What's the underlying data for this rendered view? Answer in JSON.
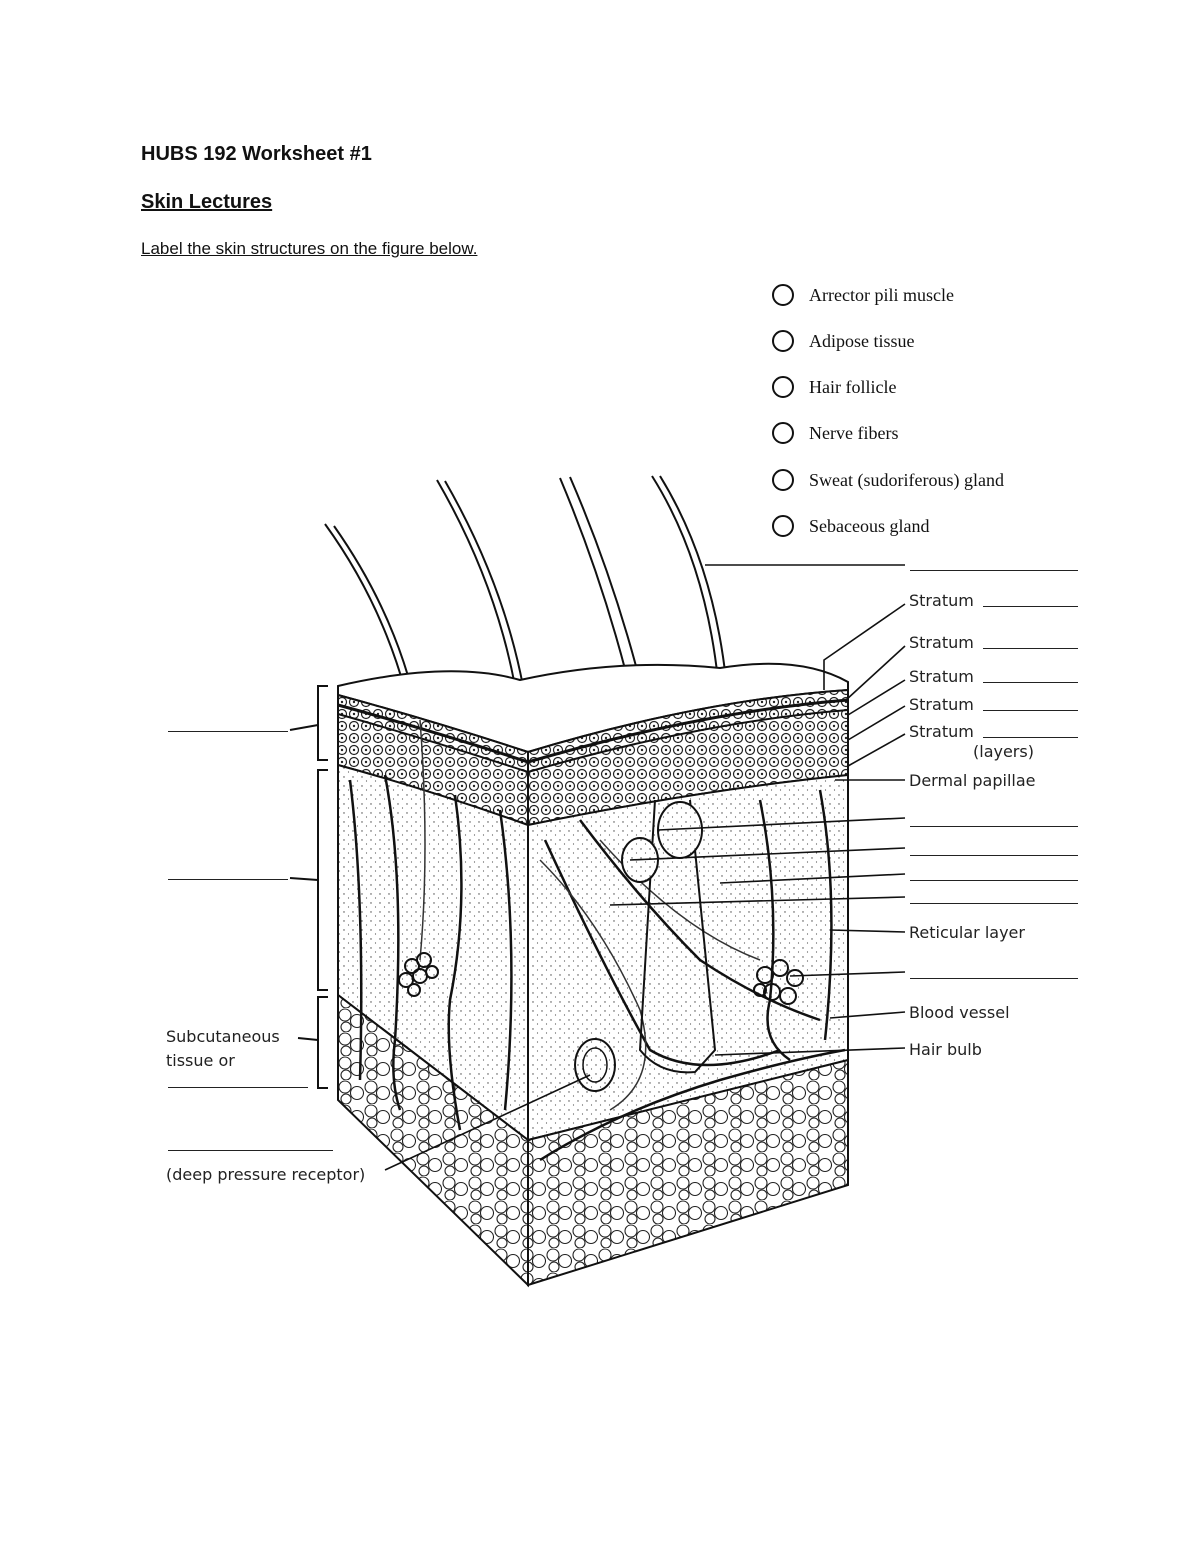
{
  "header": {
    "title": "HUBS 192 Worksheet #1",
    "subtitle": "Skin Lectures",
    "instruction": "Label the skin structures on the figure below."
  },
  "legend": {
    "items": [
      {
        "label": "Arrector pili muscle"
      },
      {
        "label": "Adipose tissue"
      },
      {
        "label": "Hair follicle"
      },
      {
        "label": "Nerve fibers"
      },
      {
        "label": "Sweat (sudoriferous) gland"
      },
      {
        "label": "Sebaceous gland"
      }
    ]
  },
  "labels": {
    "stratum": [
      "Stratum",
      "Stratum",
      "Stratum",
      "Stratum",
      "Stratum"
    ],
    "layers": "(layers)",
    "dermal_papillae": "Dermal papillae",
    "reticular_layer": "Reticular layer",
    "blood_vessel": "Blood vessel",
    "hair_bulb": "Hair bulb",
    "subcutaneous_line1": "Subcutaneous",
    "subcutaneous_line2": "tissue or",
    "deep_pressure": "(deep pressure receptor)"
  }
}
